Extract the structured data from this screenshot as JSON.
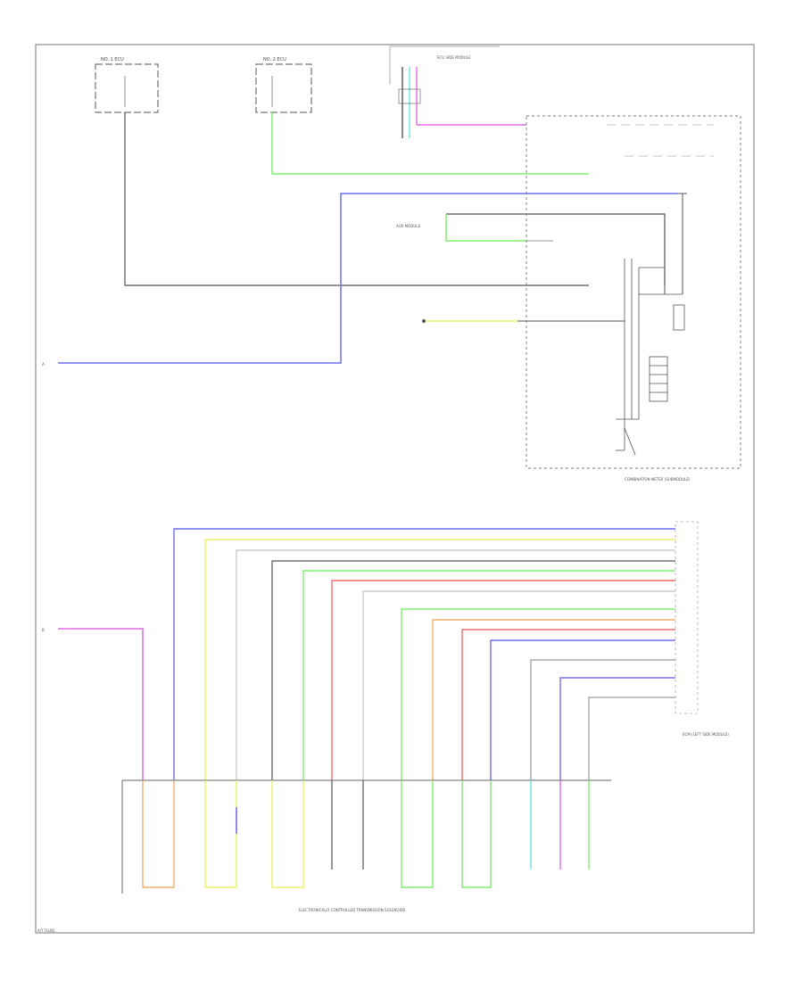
{
  "diagram": {
    "type": "wiring-diagram",
    "labels": {
      "no1": "NO. 1 ECU",
      "no2": "NO. 2 ECU",
      "side_module": "ECU SIDE MODULE",
      "aux_module": "AUX MODULE",
      "combination_meter": "COMBINATION METER (SUBMODULE)",
      "ecm": "ECM (LEFT SIDE MODULE)",
      "transmission": "ELECTRONICALLY CONTROLLED TRANSMISSION SOLENOIDS",
      "bottom_left": "A/T FLUID",
      "left_a": "A",
      "left_b": "B"
    },
    "colors": {
      "blue": "#6f6ff2",
      "green": "#7fef6f",
      "magenta": "#e46ae6",
      "yellow": "#f0ef6c",
      "red": "#ef6b6b",
      "orange": "#f0b06b",
      "gray": "#9a9a9a",
      "dark": "#555555",
      "light": "#cccccc",
      "cyan": "#6fe4e4",
      "frame": "#8c8c8c"
    }
  }
}
